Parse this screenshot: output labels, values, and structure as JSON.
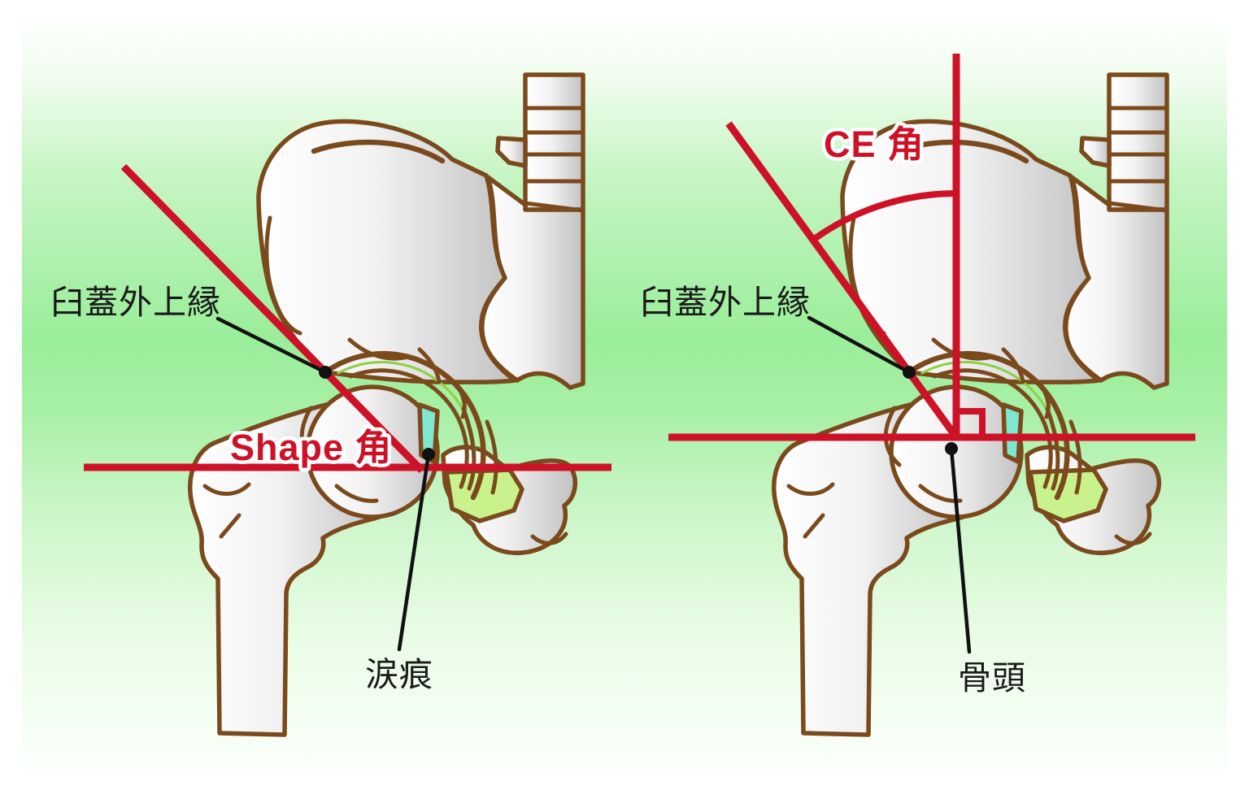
{
  "figure_labels": {
    "left": {
      "acetabular_edge": "臼蓋外上縁",
      "angle": "Shape 角",
      "teardrop": "涙痕"
    },
    "right": {
      "acetabular_edge": "臼蓋外上縁",
      "angle": "CE 角",
      "femoral_head": "骨頭"
    }
  },
  "colors": {
    "measurement_red": "#cd1228",
    "bone_outline_brown": "#7a4a1c",
    "bone_fill_light": "#ffffff",
    "bone_fill_shade": "#c2c2c2",
    "teardrop_cyan": "#7fe6d0",
    "foramen_yellow_green": "#c9f18c",
    "sourcil_green": "#8cd044",
    "background_green": "#9aee9a",
    "label_black": "#1a1a1a"
  }
}
